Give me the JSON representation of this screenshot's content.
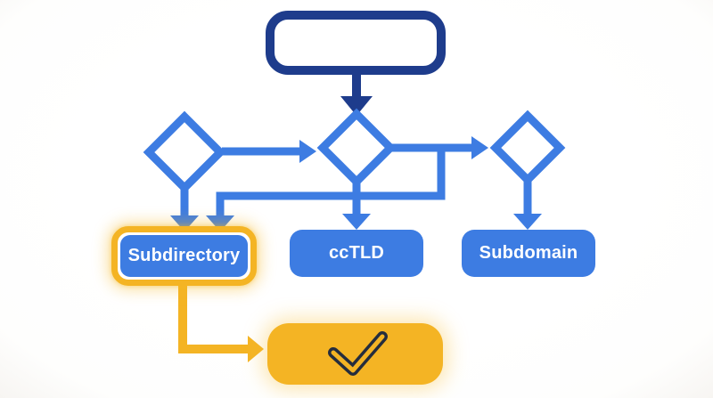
{
  "diagram": {
    "type": "flowchart",
    "nodes": {
      "start": {
        "label": "",
        "shape": "rounded-rect",
        "style": "navy-outline"
      },
      "decision_left": {
        "label": "",
        "shape": "diamond"
      },
      "decision_center": {
        "label": "",
        "shape": "diamond"
      },
      "decision_right": {
        "label": "",
        "shape": "diamond"
      },
      "subdirectory": {
        "label": "Subdirectory",
        "highlighted": true
      },
      "cctld": {
        "label": "ccTLD",
        "highlighted": false
      },
      "subdomain": {
        "label": "Subdomain",
        "highlighted": false
      },
      "result": {
        "label": "",
        "icon": "checkmark-icon"
      }
    },
    "edges": [
      "start -> decision_center",
      "decision_left -> decision_center",
      "decision_center -> decision_right",
      "decision_center -> subdirectory (loop-back branch)",
      "decision_left -> subdirectory",
      "decision_center -> cctld",
      "decision_right -> subdomain",
      "subdirectory -> result (yellow path)"
    ],
    "colors": {
      "c-navy": "#1E3C8C",
      "c-blue": "#3D7CE2",
      "c-yellow": "#F4B424",
      "c-check": "#252D3D",
      "c-text": "#FFFFFF",
      "c-bg": "#FEFEFD"
    }
  }
}
